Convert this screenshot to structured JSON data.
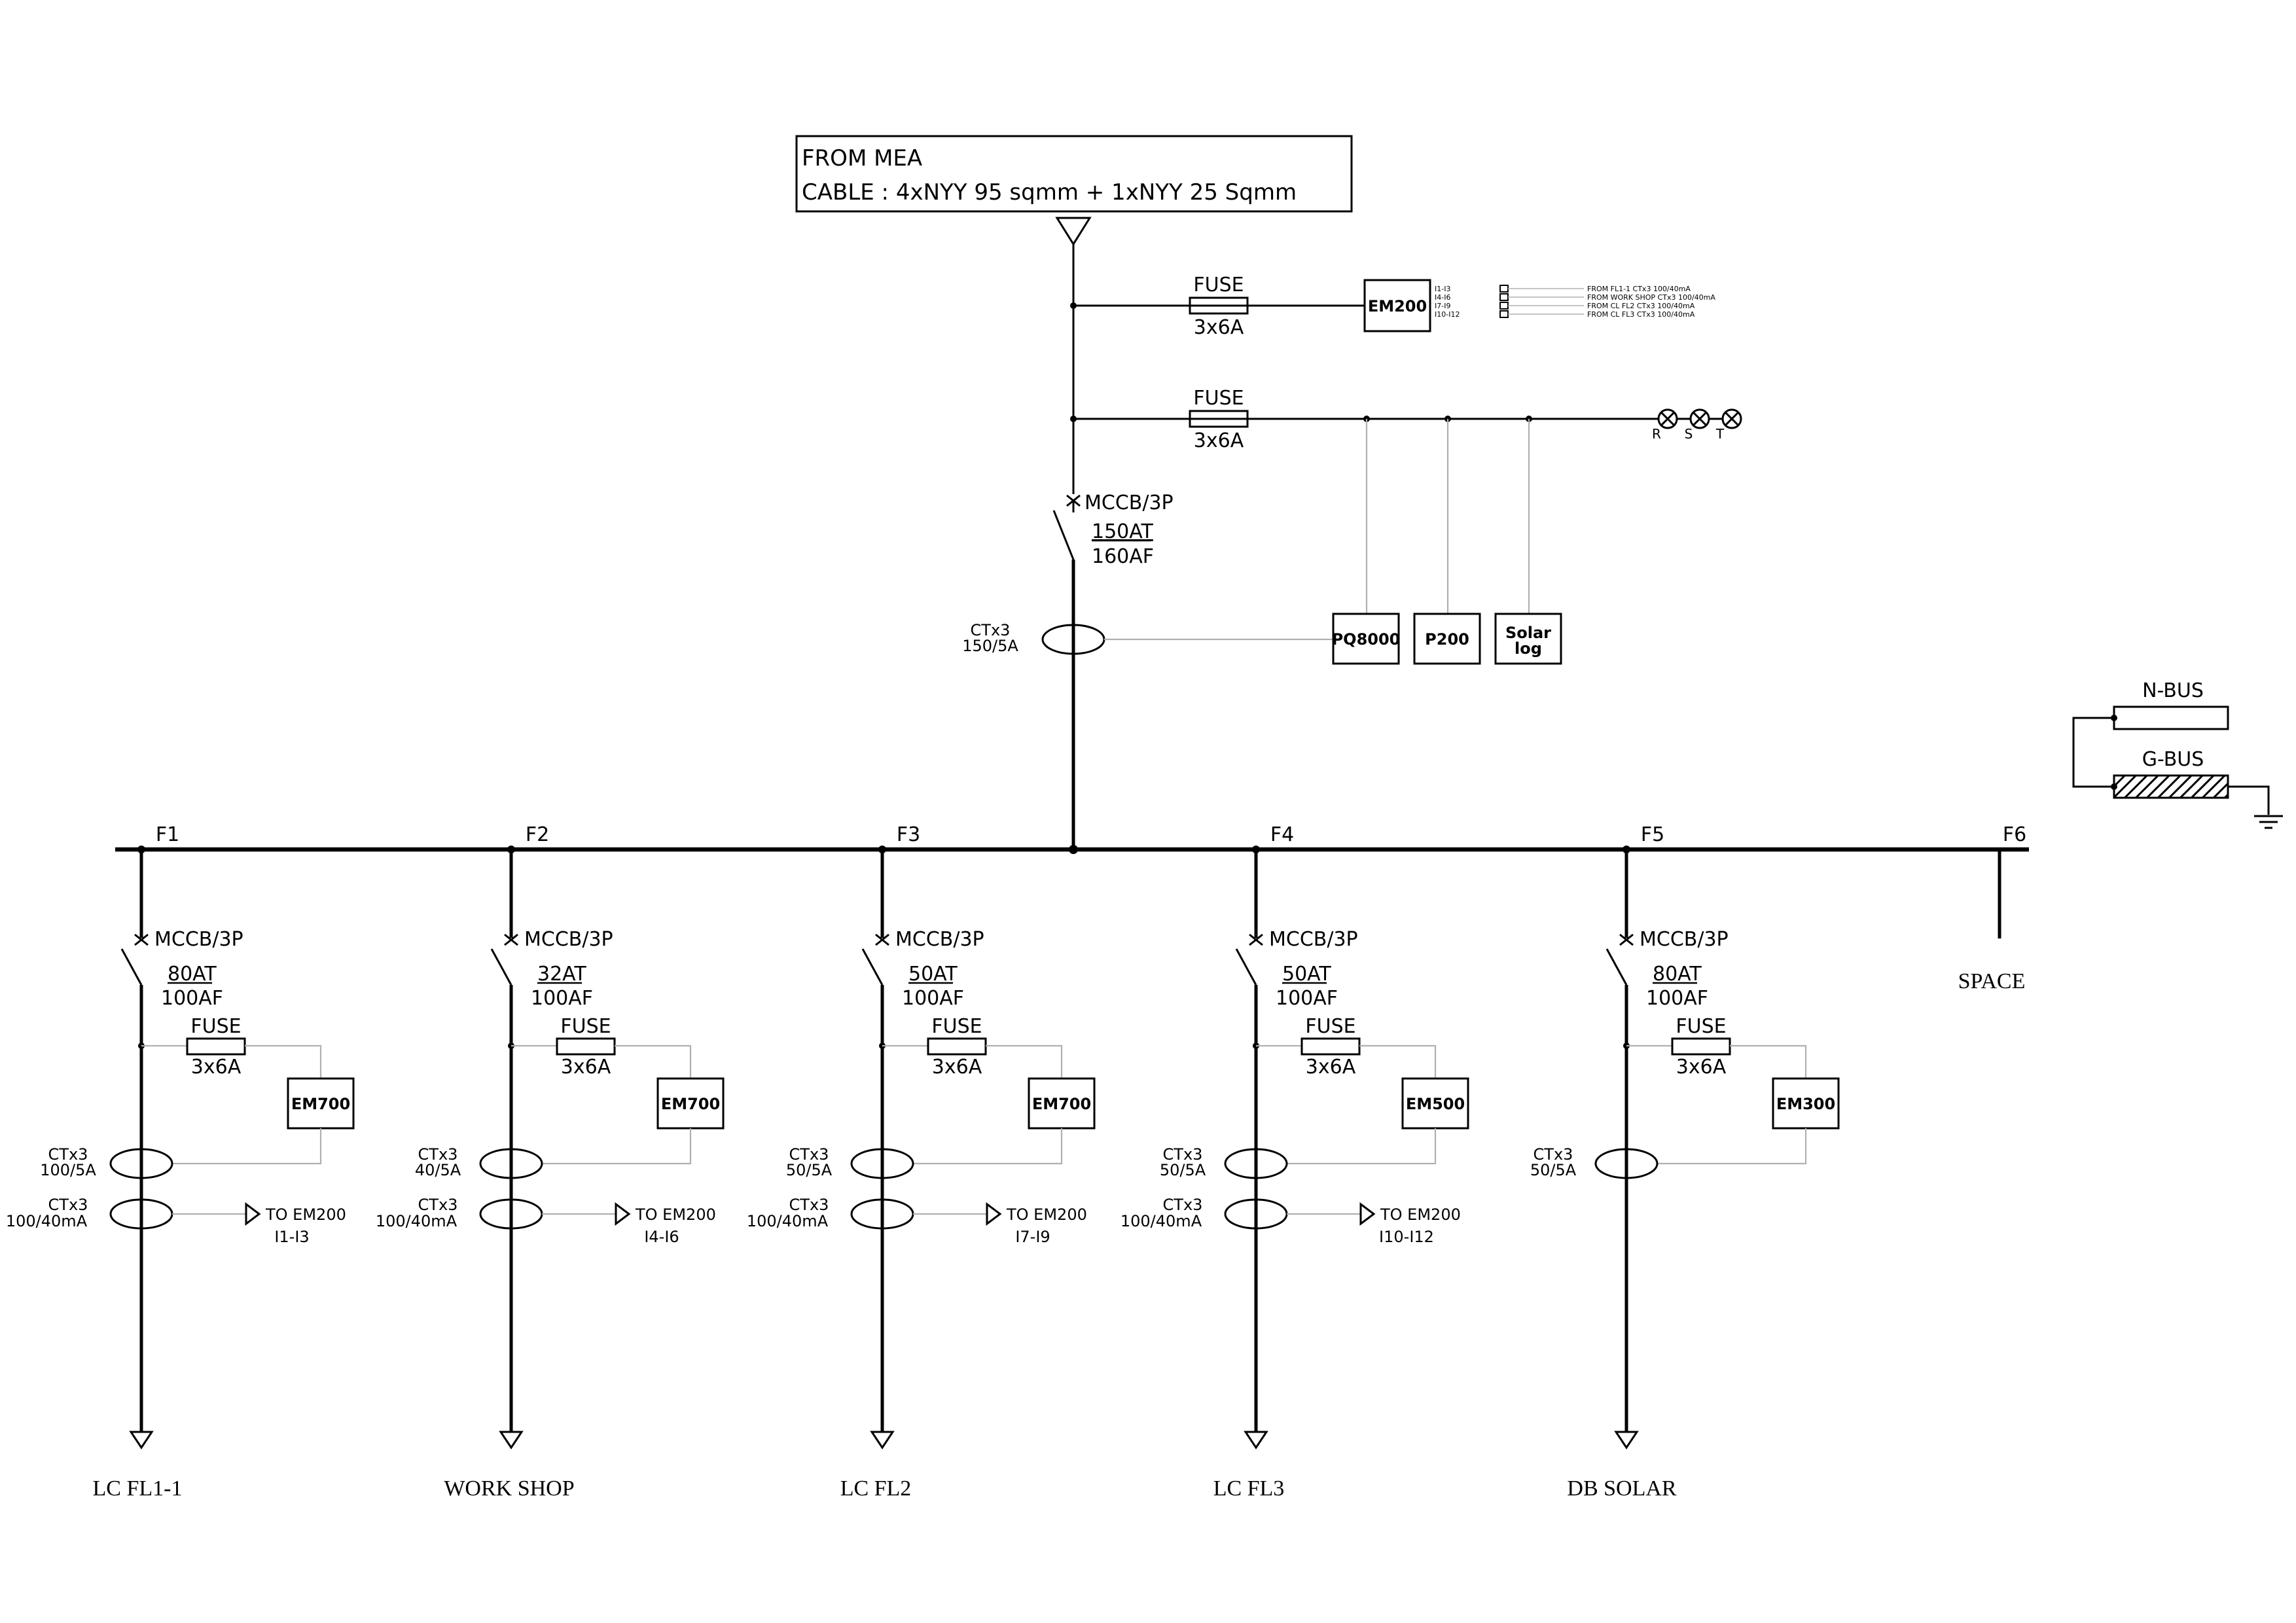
{
  "source": {
    "line1": "FROM MEA",
    "line2": "CABLE : 4xNYY 95 sqmm + 1xNYY 25 Sqmm"
  },
  "meter_branch": {
    "fuse_label": "FUSE",
    "fuse_rating": "3x6A",
    "meter": "EM200",
    "inputs": [
      {
        "code": "I1-I3",
        "text": "FROM FL1-1 CTx3 100/40mA"
      },
      {
        "code": "I4-I6",
        "text": "FROM WORK SHOP CTx3 100/40mA"
      },
      {
        "code": "I7-I9",
        "text": "FROM CL FL2 CTx3 100/40mA"
      },
      {
        "code": "I10-I12",
        "text": "FROM CL FL3 CTx3 100/40mA"
      }
    ]
  },
  "pilot_branch": {
    "fuse_label": "FUSE",
    "fuse_rating": "3x6A",
    "lamps": [
      "R",
      "S",
      "T"
    ]
  },
  "main_breaker": {
    "type": "MCCB/3P",
    "trip": "150AT",
    "frame": "160AF"
  },
  "main_ct": {
    "label": "CTx3",
    "ratio": "150/5A"
  },
  "instruments": [
    "PQ8000",
    "P200",
    "Solar log"
  ],
  "bus_bars": {
    "n_bus": "N-BUS",
    "g_bus": "G-BUS"
  },
  "feeders": [
    {
      "id": "F1",
      "breaker": "MCCB/3P",
      "trip": "80AT",
      "frame": "100AF",
      "fuse_label": "FUSE",
      "fuse_rating": "3x6A",
      "meter": "EM700",
      "ct_label": "CTx3",
      "ct_ratio": "100/5A",
      "zct_label": "CTx3",
      "zct_ratio": "100/40mA",
      "to_label": "TO EM200",
      "to_inputs": "I1-I3",
      "load": "LC FL1-1"
    },
    {
      "id": "F2",
      "breaker": "MCCB/3P",
      "trip": "32AT",
      "frame": "100AF",
      "fuse_label": "FUSE",
      "fuse_rating": "3x6A",
      "meter": "EM700",
      "ct_label": "CTx3",
      "ct_ratio": "40/5A",
      "zct_label": "CTx3",
      "zct_ratio": "100/40mA",
      "to_label": "TO EM200",
      "to_inputs": "I4-I6",
      "load": "WORK SHOP"
    },
    {
      "id": "F3",
      "breaker": "MCCB/3P",
      "trip": "50AT",
      "frame": "100AF",
      "fuse_label": "FUSE",
      "fuse_rating": "3x6A",
      "meter": "EM700",
      "ct_label": "CTx3",
      "ct_ratio": "50/5A",
      "zct_label": "CTx3",
      "zct_ratio": "100/40mA",
      "to_label": "TO EM200",
      "to_inputs": "I7-I9",
      "load": "LC FL2"
    },
    {
      "id": "F4",
      "breaker": "MCCB/3P",
      "trip": "50AT",
      "frame": "100AF",
      "fuse_label": "FUSE",
      "fuse_rating": "3x6A",
      "meter": "EM500",
      "ct_label": "CTx3",
      "ct_ratio": "50/5A",
      "zct_label": "CTx3",
      "zct_ratio": "100/40mA",
      "to_label": "TO EM200",
      "to_inputs": "I10-I12",
      "load": "LC FL3"
    },
    {
      "id": "F5",
      "breaker": "MCCB/3P",
      "trip": "80AT",
      "frame": "100AF",
      "fuse_label": "FUSE",
      "fuse_rating": "3x6A",
      "meter": "EM300",
      "ct_label": "CTx3",
      "ct_ratio": "50/5A",
      "zct_label": "",
      "zct_ratio": "",
      "to_label": "",
      "to_inputs": "",
      "load": "DB SOLAR"
    }
  ],
  "spare": {
    "id": "F6",
    "label": "SPACE"
  }
}
